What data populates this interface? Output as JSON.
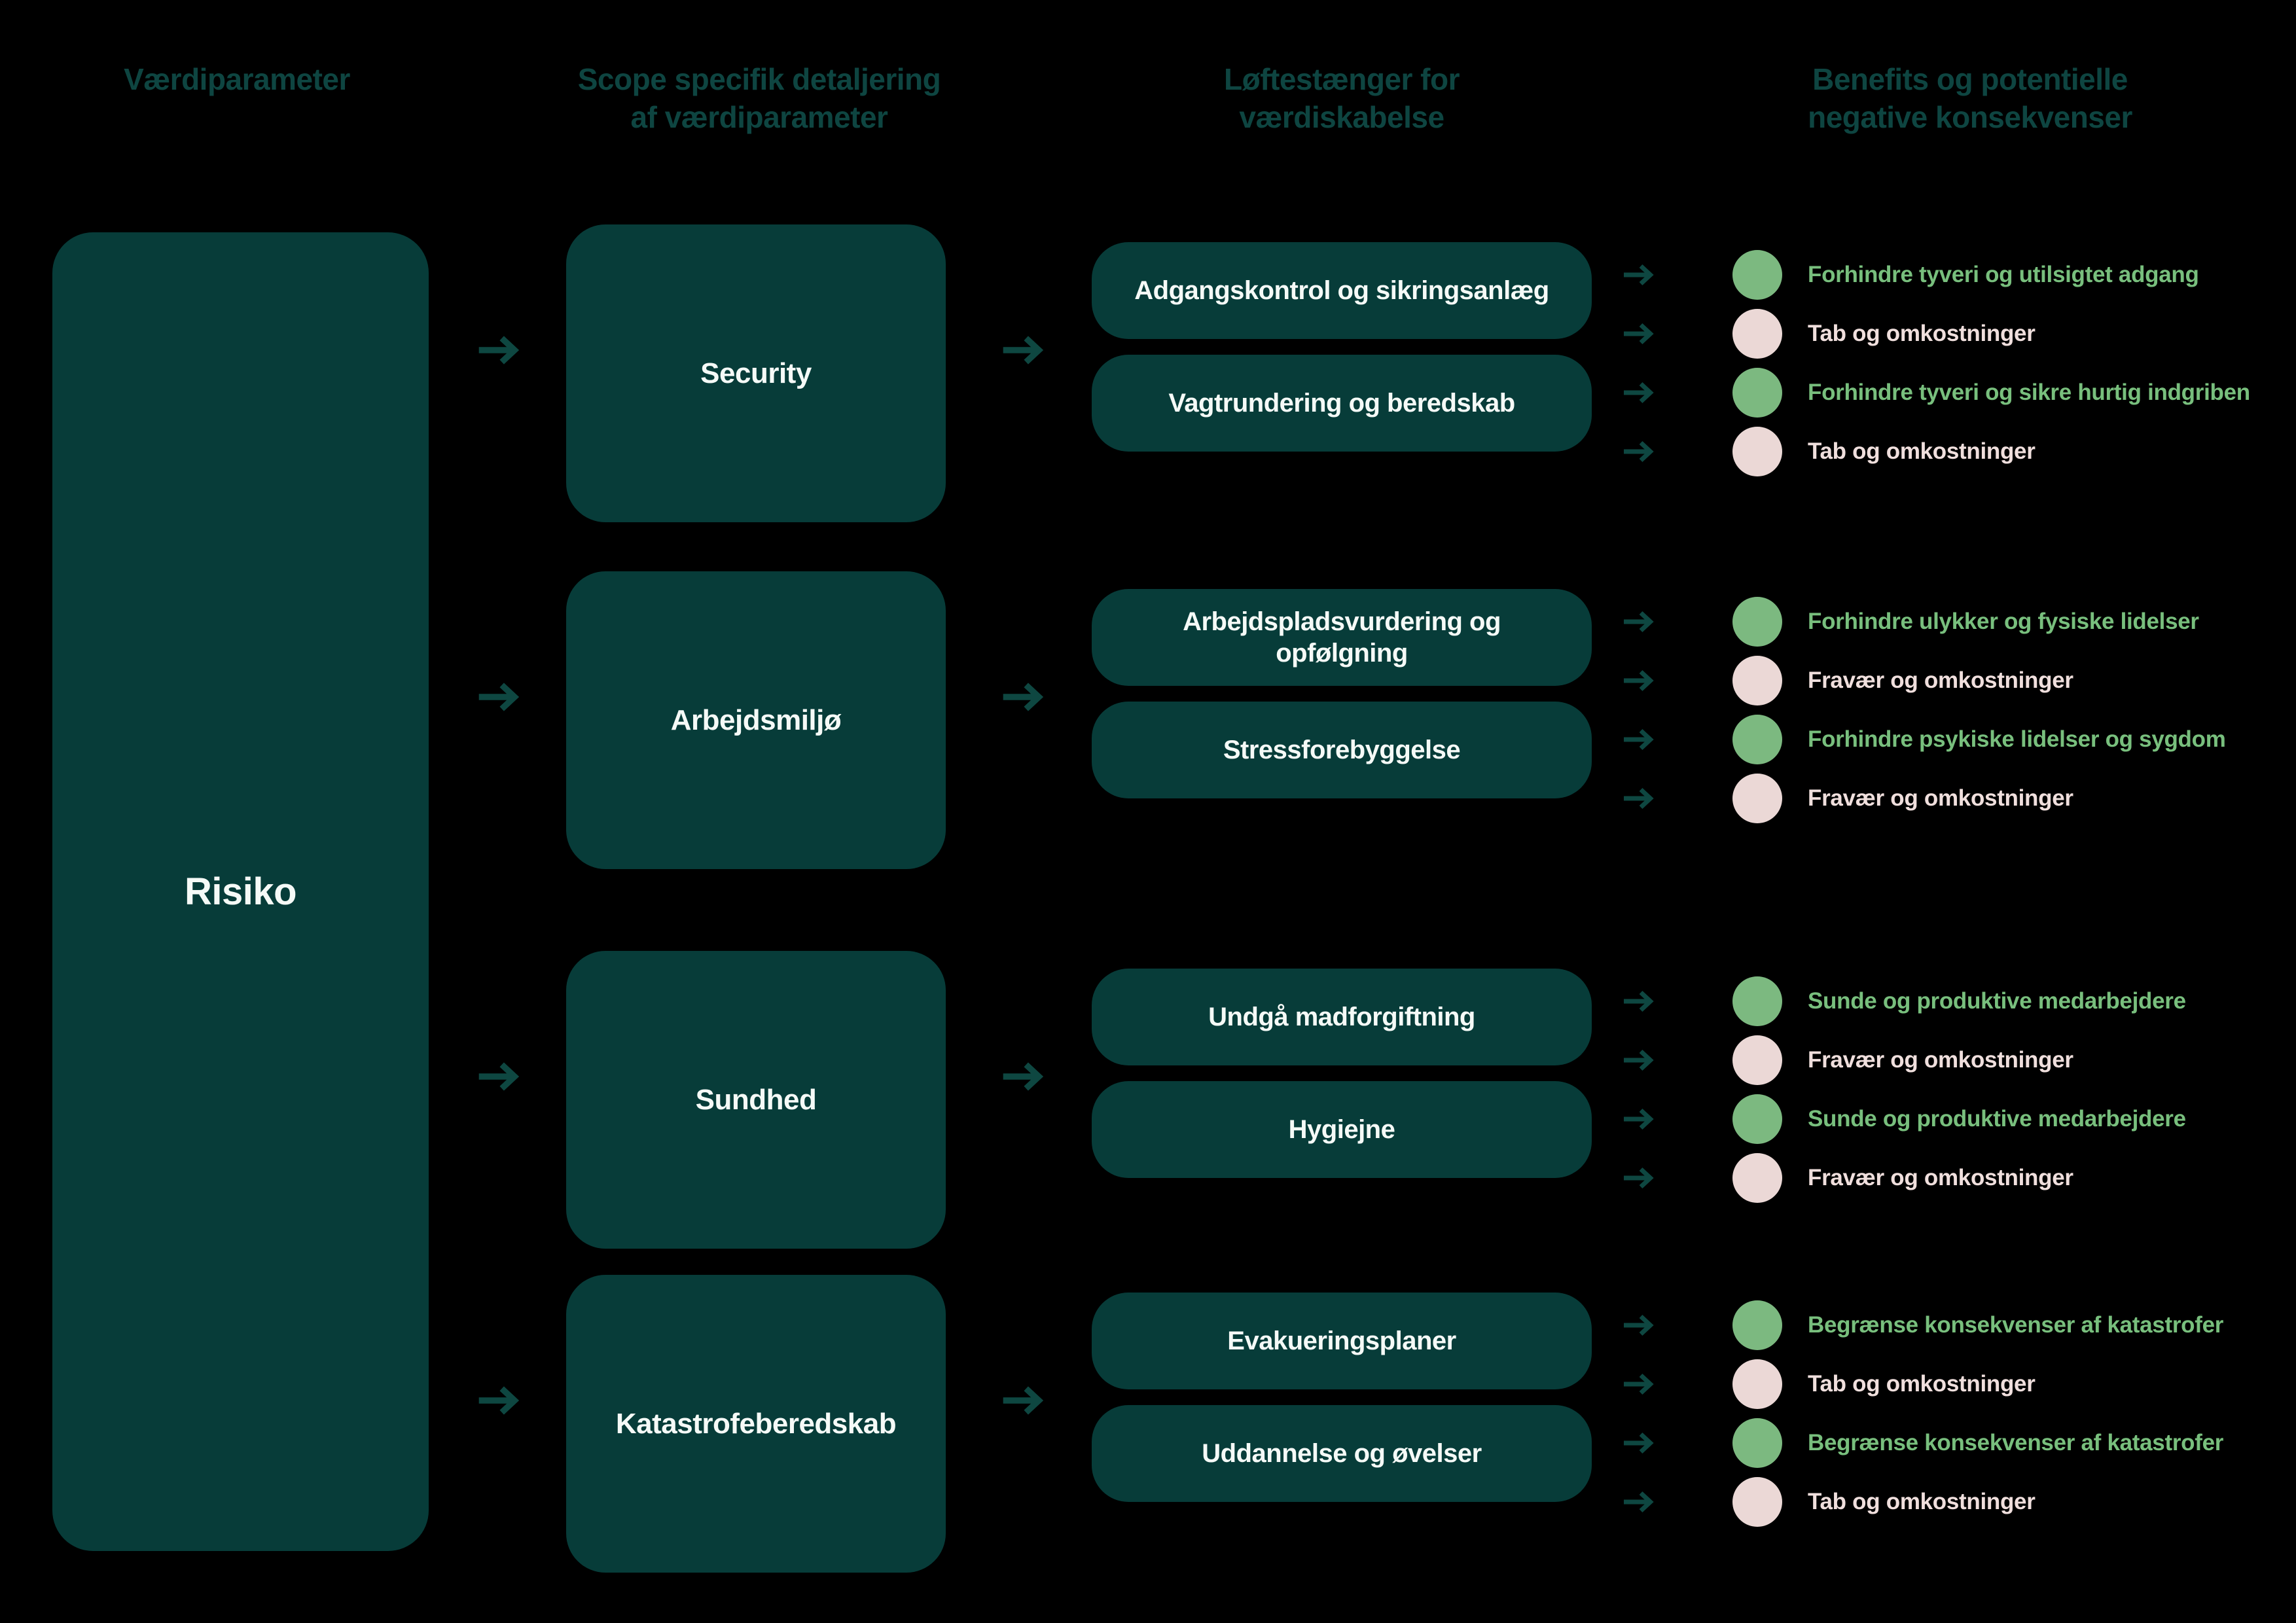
{
  "headers": [
    {
      "line1": "Værdiparameter",
      "line2": ""
    },
    {
      "line1": "Scope specifik detaljering",
      "line2": "af værdiparameter"
    },
    {
      "line1": "Løftestænger for",
      "line2": "værdiskabelse"
    },
    {
      "line1": "Benefits og potentielle",
      "line2": "negative konsekvenser"
    }
  ],
  "root": {
    "label": "Risiko"
  },
  "groups": [
    {
      "scope": "Security",
      "levers": [
        "Adgangskontrol og sikringsanlæg",
        "Vagtrundering og beredskab"
      ],
      "benefits": [
        {
          "type": "positive",
          "text": "Forhindre tyveri og utilsigtet adgang"
        },
        {
          "type": "negative",
          "text": "Tab og omkostninger"
        },
        {
          "type": "positive",
          "text": "Forhindre tyveri og sikre hurtig indgriben"
        },
        {
          "type": "negative",
          "text": "Tab og omkostninger"
        }
      ]
    },
    {
      "scope": "Arbejdsmiljø",
      "levers": [
        "Arbejdspladsvurdering og opfølgning",
        "Stressforebyggelse"
      ],
      "benefits": [
        {
          "type": "positive",
          "text": "Forhindre ulykker og fysiske lidelser"
        },
        {
          "type": "negative",
          "text": "Fravær og omkostninger"
        },
        {
          "type": "positive",
          "text": "Forhindre psykiske lidelser og sygdom"
        },
        {
          "type": "negative",
          "text": "Fravær og omkostninger"
        }
      ]
    },
    {
      "scope": "Sundhed",
      "levers": [
        "Undgå madforgiftning",
        "Hygiejne"
      ],
      "benefits": [
        {
          "type": "positive",
          "text": "Sunde og produktive medarbejdere"
        },
        {
          "type": "negative",
          "text": "Fravær og omkostninger"
        },
        {
          "type": "positive",
          "text": "Sunde og produktive medarbejdere"
        },
        {
          "type": "negative",
          "text": "Fravær og omkostninger"
        }
      ]
    },
    {
      "scope": "Katastrofeberedskab",
      "levers": [
        "Evakueringsplaner",
        "Uddannelse og øvelser"
      ],
      "benefits": [
        {
          "type": "positive",
          "text": "Begrænse konsekvenser af katastrofer"
        },
        {
          "type": "negative",
          "text": "Tab og omkostninger"
        },
        {
          "type": "positive",
          "text": "Begrænse konsekvenser af katastrofer"
        },
        {
          "type": "negative",
          "text": "Tab og omkostninger"
        }
      ]
    }
  ],
  "colors": {
    "background": "#000000",
    "box_fill": "#073C39",
    "header_text": "#0E4541",
    "arrow": "#0E4741",
    "box_text": "#F5FAF7",
    "positive_circle": "#7CB980",
    "positive_text": "#78BF7D",
    "negative_circle": "#EBD8D6",
    "negative_text": "#F0DFDD"
  }
}
